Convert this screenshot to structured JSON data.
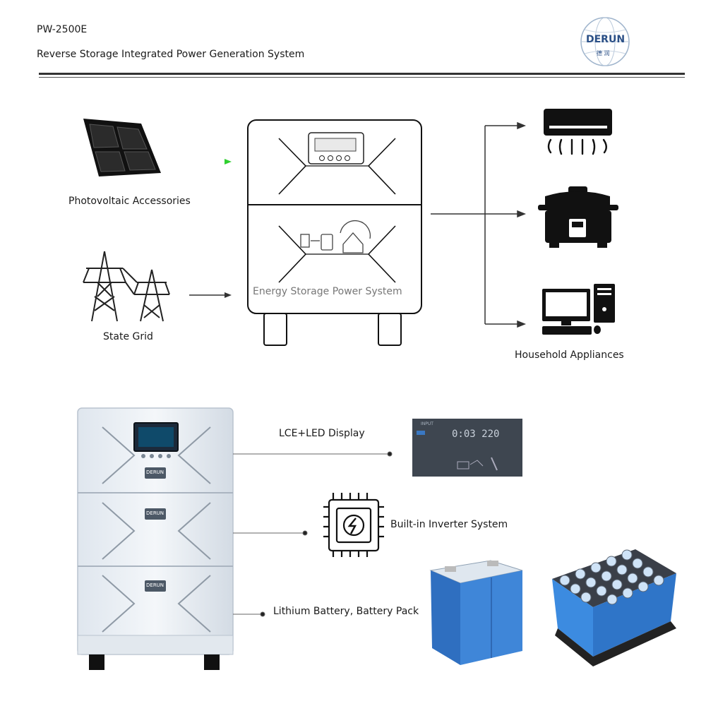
{
  "header": {
    "model": "PW-2500E",
    "subtitle": "Reverse Storage Integrated Power Generation System",
    "logo_text": "DERUN",
    "logo_subtext": "德 润"
  },
  "flow": {
    "pv_label": "Photovoltaic Accessories",
    "grid_label": "State Grid",
    "center_label": "Energy Storage Power System",
    "appliances_label": "Household Appliances",
    "pv_arrow_color": "#3fd63f"
  },
  "features": {
    "display_label": "LCE+LED Display",
    "inverter_label": "Built-in Inverter System",
    "battery_label": "Lithium Battery, Battery Pack",
    "display_screen": {
      "tag": "INPUT",
      "readout": "0:03 220"
    },
    "unit_badge": "DERUN"
  }
}
